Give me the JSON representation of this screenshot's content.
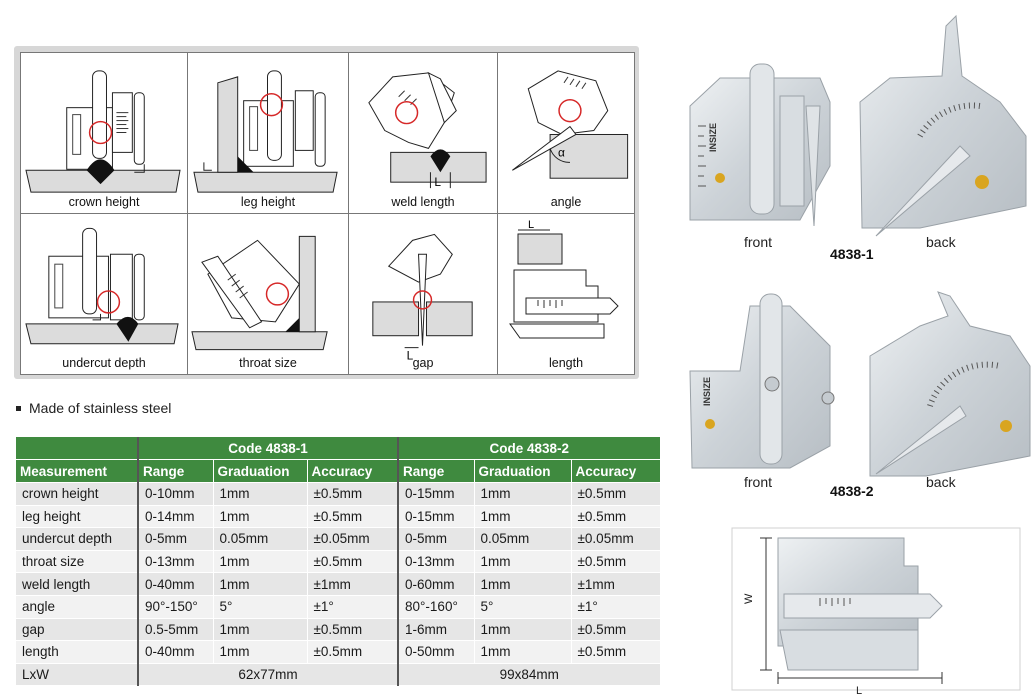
{
  "diagrams": [
    {
      "label": "crown height"
    },
    {
      "label": "leg height"
    },
    {
      "label": "weld length"
    },
    {
      "label": "angle"
    },
    {
      "label": "undercut depth"
    },
    {
      "label": "throat size"
    },
    {
      "label": "gap"
    },
    {
      "label": "length"
    }
  ],
  "diagram_marks": {
    "weld_length": "L",
    "angle": "α",
    "gap": "L",
    "length": "L"
  },
  "note": "Made of stainless steel",
  "table": {
    "group_1": "Code 4838-1",
    "group_2": "Code 4838-2",
    "headers": [
      "Measurement",
      "Range",
      "Graduation",
      "Accuracy",
      "Range",
      "Graduation",
      "Accuracy"
    ],
    "rows": [
      [
        "crown height",
        "0-10mm",
        "1mm",
        "±0.5mm",
        "0-15mm",
        "1mm",
        "±0.5mm"
      ],
      [
        "leg height",
        "0-14mm",
        "1mm",
        "±0.5mm",
        "0-15mm",
        "1mm",
        "±0.5mm"
      ],
      [
        "undercut depth",
        "0-5mm",
        "0.05mm",
        "±0.05mm",
        "0-5mm",
        "0.05mm",
        "±0.05mm"
      ],
      [
        "throat size",
        "0-13mm",
        "1mm",
        "±0.5mm",
        "0-13mm",
        "1mm",
        "±0.5mm"
      ],
      [
        "weld length",
        "0-40mm",
        "1mm",
        "±1mm",
        "0-60mm",
        "1mm",
        "±1mm"
      ],
      [
        "angle",
        "90°-150°",
        "5°",
        "±1°",
        "80°-160°",
        "5°",
        "±1°"
      ],
      [
        "gap",
        "0.5-5mm",
        "1mm",
        "±0.5mm",
        "1-6mm",
        "1mm",
        "±0.5mm"
      ],
      [
        "length",
        "0-40mm",
        "1mm",
        "±0.5mm",
        "0-50mm",
        "1mm",
        "±0.5mm"
      ]
    ],
    "size_label": "LxW",
    "size_1": "62x77mm",
    "size_2": "99x84mm"
  },
  "photos": {
    "front_1": "front",
    "back_1": "back",
    "code_1": "4838-1",
    "front_2": "front",
    "back_2": "back",
    "code_2": "4838-2",
    "dim_w": "W",
    "dim_l": "L",
    "brand": "INSIZE"
  },
  "colors": {
    "table_header": "#3f8a3f",
    "accent_red": "#d62828",
    "gauge_steel": "#cdd3d8"
  }
}
